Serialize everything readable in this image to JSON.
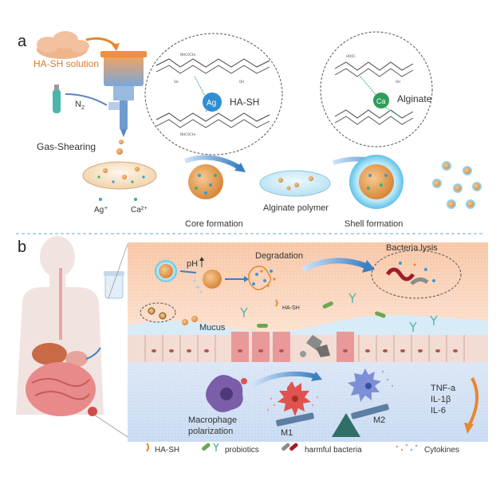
{
  "panel_a": {
    "letter": "a",
    "hash_solution": "HA-SH solution",
    "gas": "N",
    "gas_sub": "2",
    "gas_shearing": "Gas-Shearing",
    "ag_ion": "Ag⁺",
    "ca_ion": "Ca²⁺",
    "core_formation": "Core formation",
    "alginate_polymer": "Alginate polymer",
    "shell_formation": "Shell formation",
    "inset_ag_ion": "Ag",
    "inset_ag_polymer": "HA-SH",
    "inset_ca_ion": "Ca",
    "inset_ca_polymer": "Alginate",
    "mol_label_nhcoch3": "NHCOCH₃",
    "mol_label_sh": "SH",
    "mol_label_oh": "OH",
    "mol_label_hooc": "HOOC"
  },
  "panel_b": {
    "letter": "b",
    "ph": "pH",
    "degradation": "Degradation",
    "bacteria_lysis": "Bacteria lysis",
    "hash_small": "HA-SH",
    "mucus": "Mucus",
    "macrophage": "Macrophage",
    "polarization": "polarization",
    "m1": "M1",
    "m2": "M2",
    "tnf": "TNF-a",
    "il1b": "IL-1β",
    "il6": "IL-6"
  },
  "legend": {
    "hash": "HA-SH",
    "probiotics": "probiotics",
    "harmful_bacteria": "harmful bacteria",
    "cytokines": "Cytokines"
  },
  "colors": {
    "orange": "#e8872e",
    "blue_ag": "#3a9ad9",
    "green_ca": "#3cb371",
    "shell_blue": "#8fd3ee",
    "macrophage_purple": "#7b5ea7",
    "m1_red": "#e0534f",
    "m2_blue": "#7d8fd6",
    "bacteria_red": "#a11d2b",
    "probiotic_green": "#6aa84f",
    "tissue_pink": "#e9999a"
  }
}
